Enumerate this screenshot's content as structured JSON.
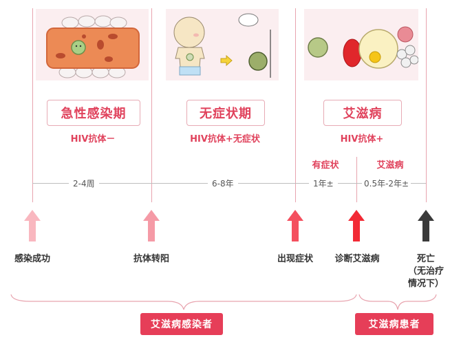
{
  "colors": {
    "accent": "#e0425c",
    "badge_bg": "#e63e58",
    "timeline_line": "#e8a3ae",
    "arrow_1": "#f9b7bf",
    "arrow_2": "#f59aa6",
    "arrow_3": "#f4505f",
    "arrow_4": "#f22a35",
    "arrow_5": "#3a3a3a"
  },
  "stages": [
    {
      "title": "急性感染期",
      "subtitle": "HIV抗体－",
      "illustration": "virus-in-blood-vessel-illustration"
    },
    {
      "title": "无症状期",
      "subtitle": "HIV抗体+无症状",
      "illustration": "person-and-hiding-virus-illustration"
    },
    {
      "title": "艾滋病",
      "subtitle": "HIV抗体+",
      "illustration": "immune-cells-fighting-illustration",
      "substages": [
        "有症状",
        "艾滋病"
      ]
    }
  ],
  "durations": [
    "2-4周",
    "6-8年",
    "1年±",
    "0.5年-2年±"
  ],
  "events": [
    {
      "label": "感染成功"
    },
    {
      "label": "抗体转阳"
    },
    {
      "label": "出现症状"
    },
    {
      "label": "诊断艾滋病"
    },
    {
      "label_line1": "死亡",
      "label_line2": "（无治疗",
      "label_line3": "情况下）"
    }
  ],
  "groups": [
    {
      "label": "艾滋病感染者"
    },
    {
      "label": "艾滋病患者"
    }
  ]
}
